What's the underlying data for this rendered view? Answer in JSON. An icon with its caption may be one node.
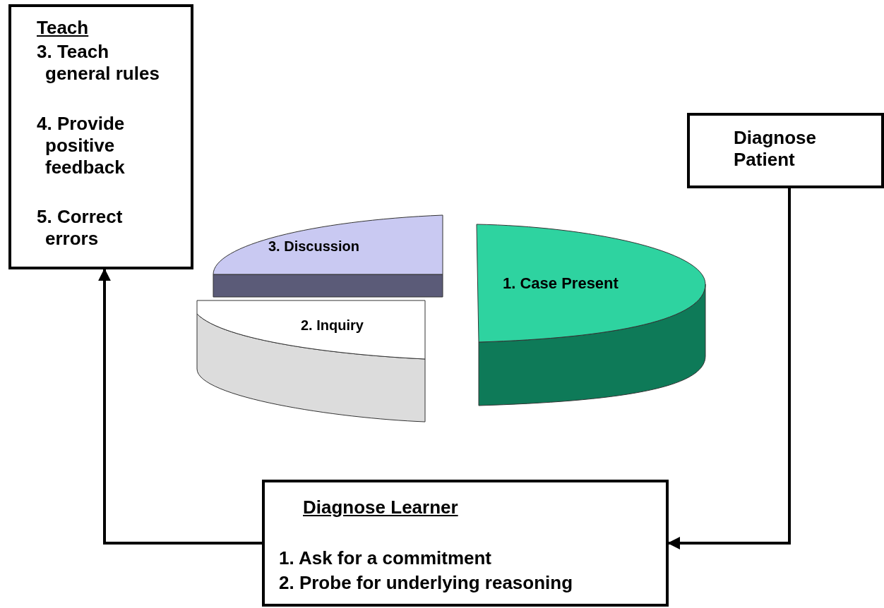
{
  "diagram": {
    "nodes": [
      {
        "text": [
          "Teach",
          "3. Teach general rules",
          "4. Provide positive feedback",
          "5. Correct errors"
        ]
      },
      {
        "text": [
          "Diagnose Patient"
        ]
      },
      {
        "text": [
          "3. Discussion"
        ]
      },
      {
        "text": [
          "1. Case Present"
        ]
      },
      {
        "text": [
          "2. Inquiry"
        ]
      },
      {
        "text": [
          "Diagnose Learner",
          "1. Ask for a commitment",
          "2. Probe for underlying reasoning"
        ]
      }
    ],
    "edges": [
      {
        "from": 1,
        "to": 5,
        "arrow": "to"
      },
      {
        "from": 5,
        "to": 0,
        "arrow": "to"
      }
    ]
  }
}
